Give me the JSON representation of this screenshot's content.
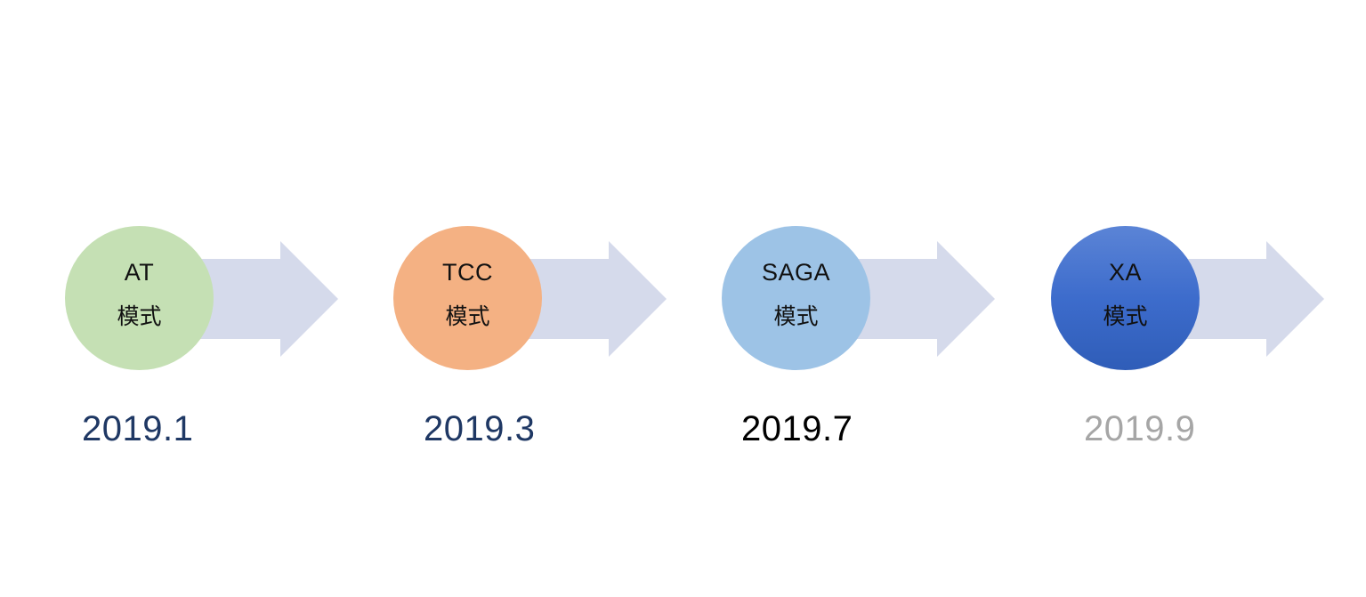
{
  "steps": [
    {
      "name": "AT",
      "mode": "模式",
      "date": "2019.1",
      "circle_color": "#c5e0b4",
      "date_color": "#1f3864"
    },
    {
      "name": "TCC",
      "mode": "模式",
      "date": "2019.3",
      "circle_color": "#f4b183",
      "date_color": "#1f3864"
    },
    {
      "name": "SAGA",
      "mode": "模式",
      "date": "2019.7",
      "circle_color": "#9dc3e6",
      "date_color": "#000000"
    },
    {
      "name": "XA",
      "mode": "模式",
      "date": "2019.9",
      "circle_color": "#3a66c4",
      "date_color": "#a6a6a6"
    }
  ],
  "arrow_color": "#d5daeb"
}
